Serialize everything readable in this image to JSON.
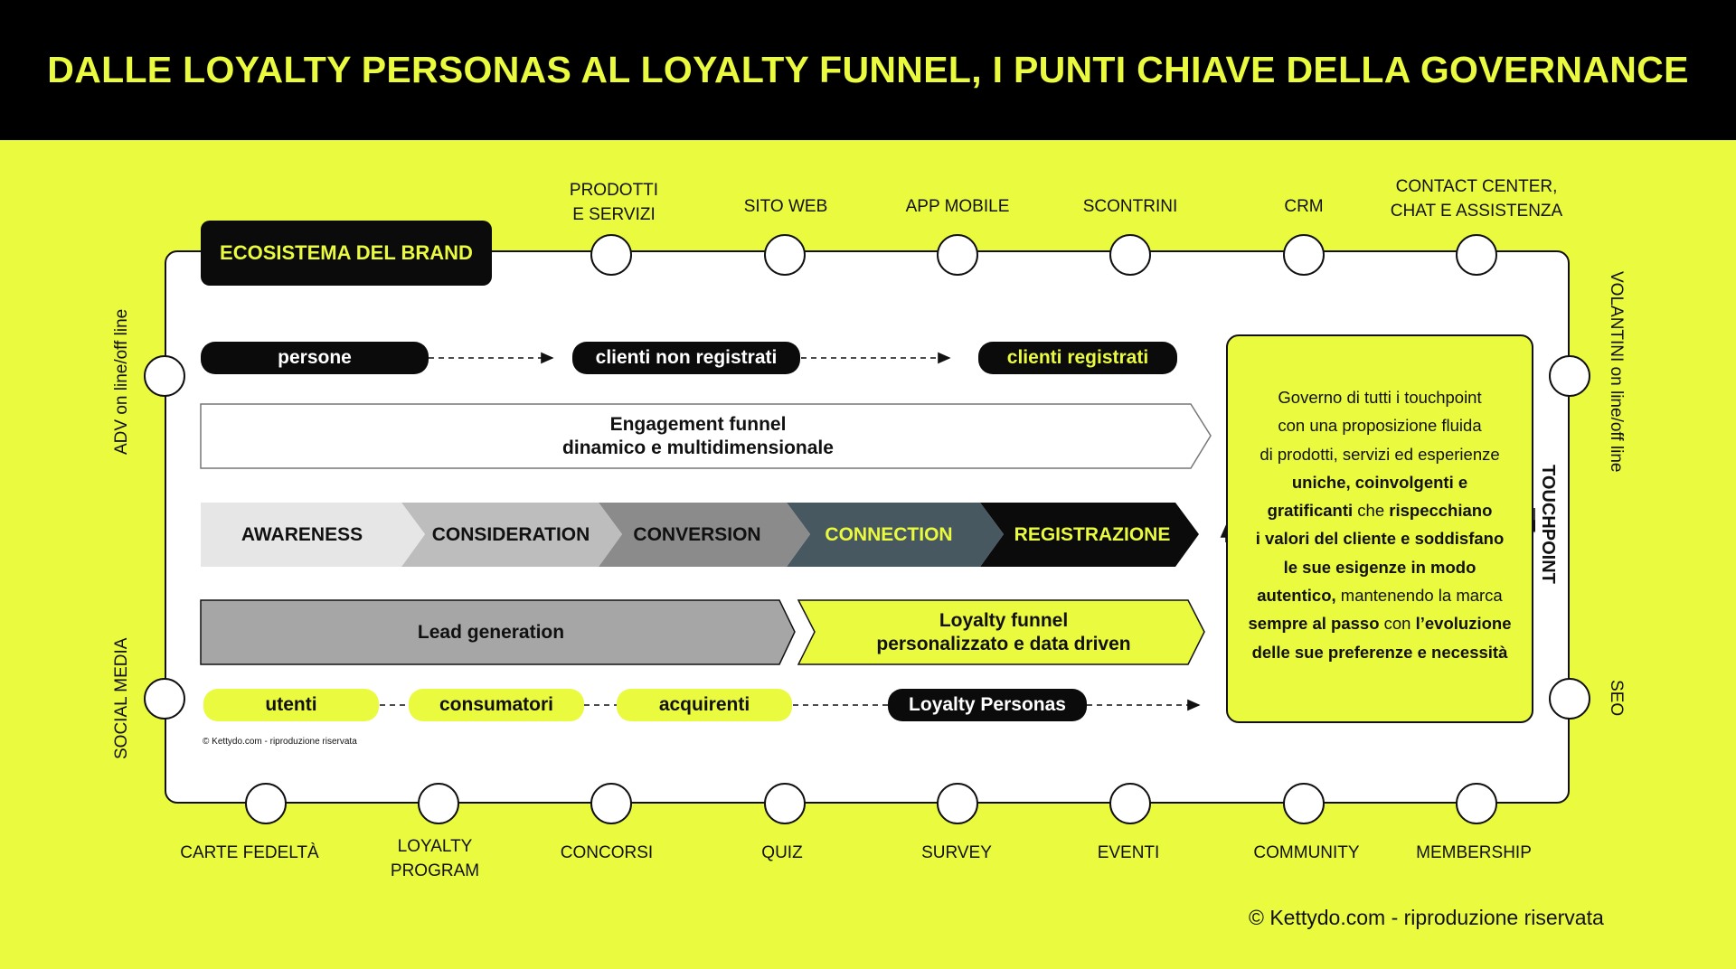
{
  "title": "DALLE LOYALTY PERSONAS AL LOYALTY FUNNEL, I PUNTI CHIAVE DELLA GOVERNANCE",
  "brand_label": "ECOSISTEMA DEL BRAND",
  "top_touchpoints": [
    {
      "line1": "PRODOTTI",
      "line2": "E SERVIZI"
    },
    {
      "line1": "SITO WEB",
      "line2": ""
    },
    {
      "line1": "APP MOBILE",
      "line2": ""
    },
    {
      "line1": "SCONTRINI",
      "line2": ""
    },
    {
      "line1": "CRM",
      "line2": ""
    },
    {
      "line1": "CONTACT CENTER,",
      "line2": "CHAT E ASSISTENZA"
    }
  ],
  "bottom_touchpoints": [
    {
      "line1": "CARTE FEDELTÀ",
      "line2": ""
    },
    {
      "line1": "LOYALTY",
      "line2": "PROGRAM"
    },
    {
      "line1": "CONCORSI",
      "line2": ""
    },
    {
      "line1": "QUIZ",
      "line2": ""
    },
    {
      "line1": "SURVEY",
      "line2": ""
    },
    {
      "line1": "EVENTI",
      "line2": ""
    },
    {
      "line1": "COMMUNITY",
      "line2": ""
    },
    {
      "line1": "MEMBERSHIP",
      "line2": ""
    }
  ],
  "left_touchpoints": [
    "ADV on line/off line",
    "SOCIAL MEDIA"
  ],
  "right_touchpoints": [
    "VOLANTINI on line/off line",
    "SEO"
  ],
  "touchpoint_label": "TOUCHPOINT",
  "people_row": [
    "persone",
    "clienti non registrati",
    "clienti registrati"
  ],
  "engagement": {
    "line1": "Engagement funnel",
    "line2": "dinamico e multidimensionale"
  },
  "stages": [
    "AWARENESS",
    "CONSIDERATION",
    "CONVERSION",
    "CONNECTION",
    "REGISTRAZIONE"
  ],
  "lead_generation": "Lead generation",
  "loyalty_funnel": {
    "line1": "Loyalty funnel",
    "line2": "personalizzato e data driven"
  },
  "user_row": [
    "utenti",
    "consumatori",
    "acquirenti",
    "Loyalty Personas"
  ],
  "governance": {
    "p1": "Governo di tutti i touchpoint",
    "p2": "con una proposizione fluida",
    "p3": "di prodotti, servizi ed esperienze",
    "p4": "uniche, coinvolgenti e",
    "p5a": "gratificanti",
    "p5b": " che ",
    "p5c": "rispecchiano",
    "p6": "i valori del cliente e soddisfano",
    "p7": "le sue esigenze in modo",
    "p8a": "autentico,",
    "p8b": " mantenendo la marca",
    "p9a": "sempre al passo",
    "p9b": " con ",
    "p9c": "l’evoluzione",
    "p10": "delle sue preferenze e necessità"
  },
  "copyright_small": "© Kettydo.com - riproduzione riservata",
  "copyright": "© Kettydo.com - riproduzione riservata",
  "colors": {
    "accent": "#eafa3f",
    "dark": "#0b0b0b",
    "connection": "#475861"
  }
}
